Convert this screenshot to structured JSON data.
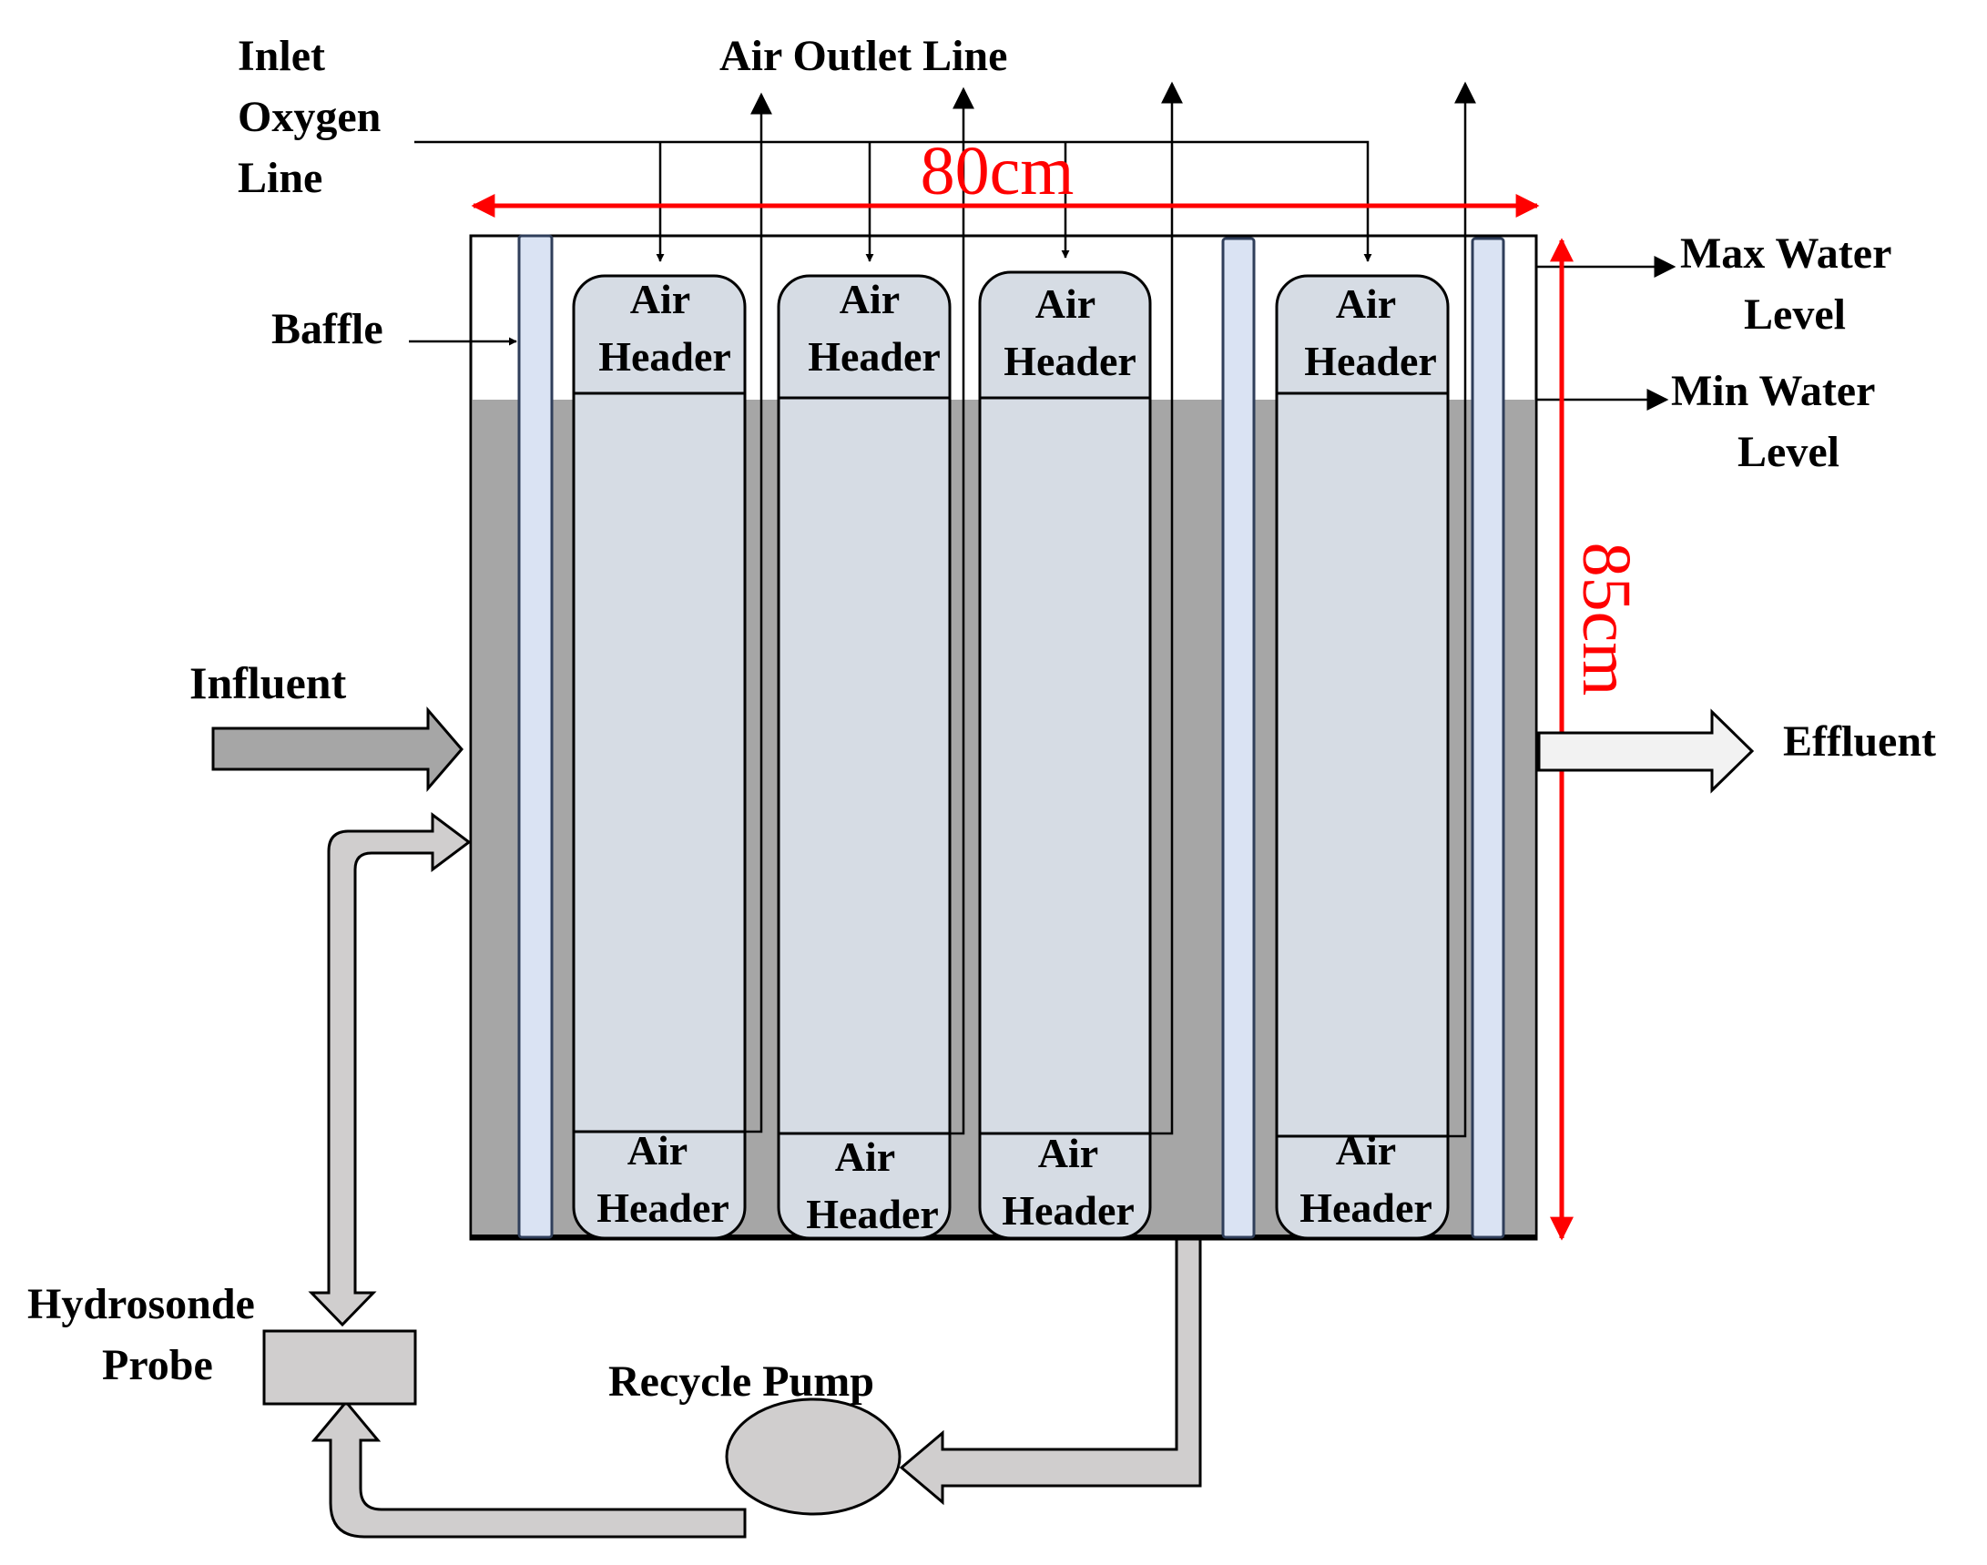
{
  "labels": {
    "inlet_line1": "Inlet",
    "inlet_line2": "Oxygen",
    "inlet_line3": "Line",
    "air_outlet": "Air Outlet Line",
    "baffle": "Baffle",
    "max_water_1": "Max Water",
    "max_water_2": "Level",
    "min_water_1": "Min Water",
    "min_water_2": "Level",
    "influent": "Influent",
    "effluent": "Effluent",
    "hydrosonde_1": "Hydrosonde",
    "hydrosonde_2": "Probe",
    "recycle_pump": "Recycle Pump"
  },
  "header_text": {
    "line1": "Air",
    "line2": "Header"
  },
  "dimensions": {
    "width": "80cm",
    "height": "85cm"
  },
  "colors": {
    "water": "#a6a6a6",
    "module": "#d6dce4",
    "baffle": "#dae3f3",
    "pipe": "#d0cece",
    "dimension": "#ff0000"
  }
}
